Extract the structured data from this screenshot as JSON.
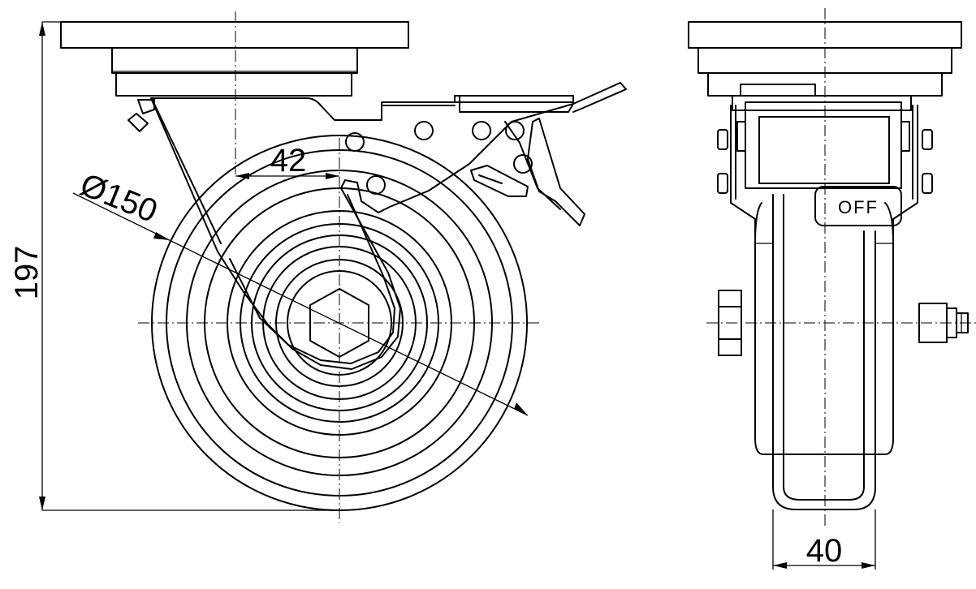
{
  "dimensions": {
    "height": "197",
    "offset": "42",
    "wheel_diameter": "Ø150",
    "tread_width": "40"
  },
  "labels": {
    "brake_state": "OFF"
  }
}
